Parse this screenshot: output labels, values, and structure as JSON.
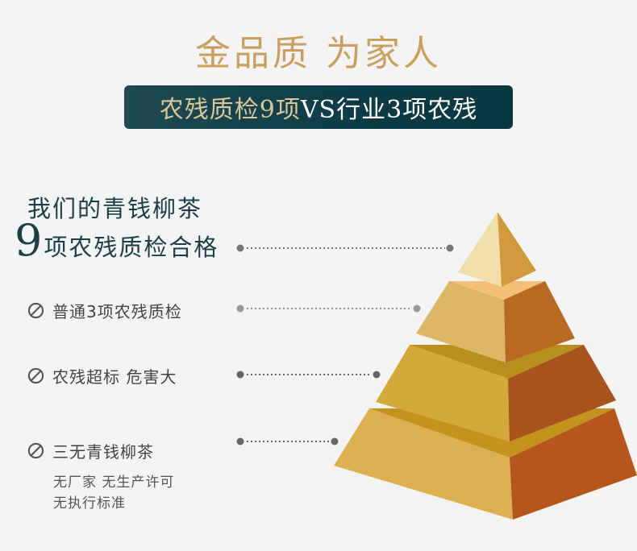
{
  "header": {
    "title": "金品质 为家人",
    "banner_highlight": "农残质检9项",
    "banner_rest": "VS行业3项农残"
  },
  "claim": {
    "line1": "我们的青钱柳茶",
    "number": "9",
    "line2": "项农残质检合格"
  },
  "items": [
    {
      "label": "普通3项农残质检"
    },
    {
      "label": "农残超标 危害大"
    },
    {
      "label": "三无青钱柳茶",
      "notes": [
        "无厂家 无生产许可",
        "无执行标准"
      ]
    }
  ],
  "icons": {
    "forbidden": "ban-icon"
  },
  "colors": {
    "title": "#c9a060",
    "banner": "#0e3b45",
    "text": "#1e3e45"
  }
}
